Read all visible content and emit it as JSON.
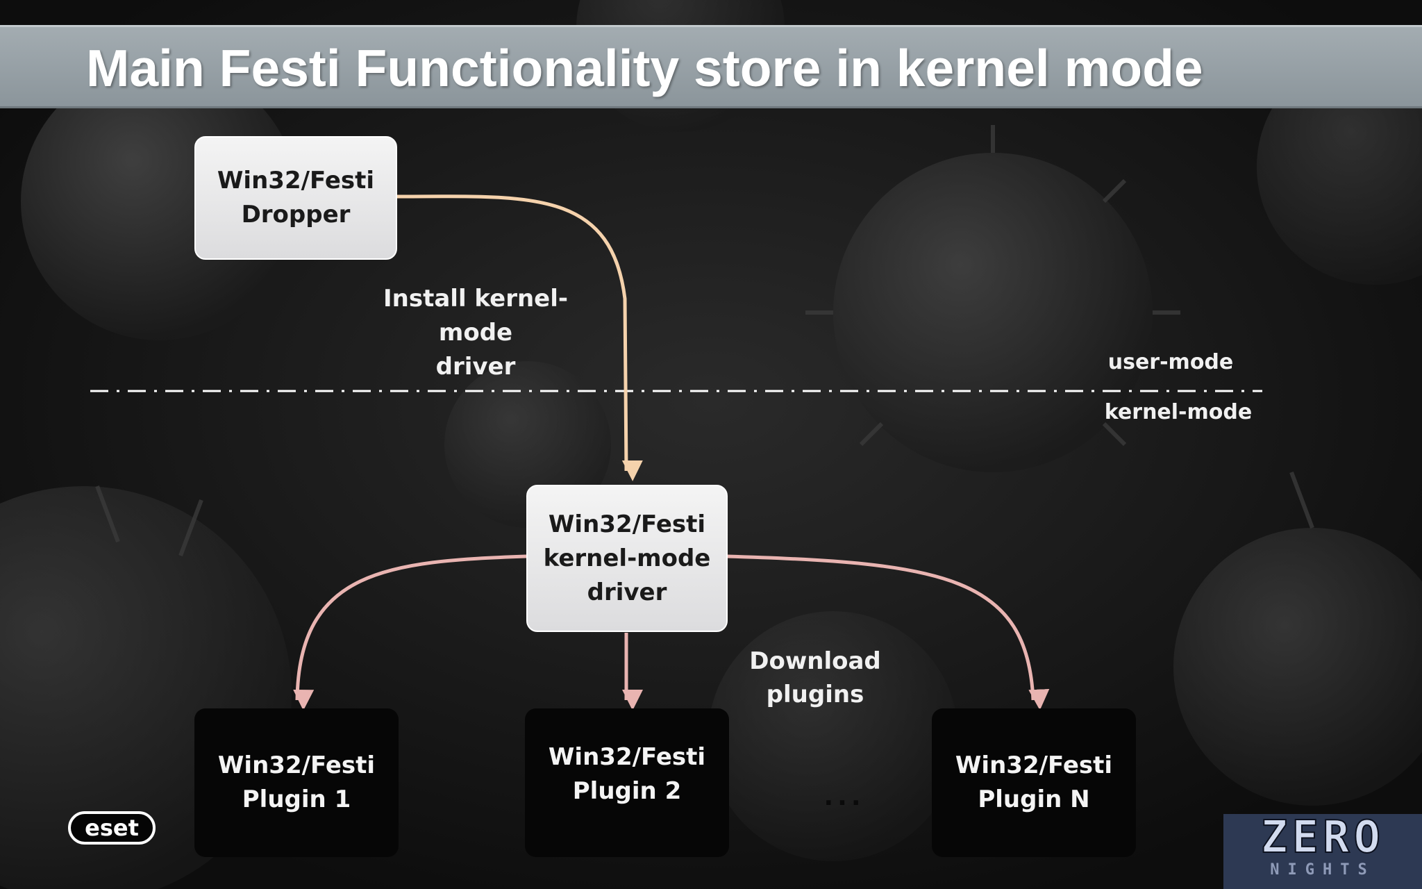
{
  "slide": {
    "title": "Main Festi Functionality store in kernel mode"
  },
  "diagram": {
    "nodes": {
      "dropper": "Win32/Festi\nDropper",
      "driver": "Win32/Festi\nkernel-mode\ndriver",
      "plugin_1": "Win32/Festi\nPlugin 1",
      "plugin_2": "Win32/Festi\nPlugin 2",
      "plugin_n": "Win32/Festi\nPlugin N"
    },
    "edges": {
      "install_label": "Install kernel-mode\ndriver",
      "download_label": "Download plugins"
    },
    "separator": {
      "above_label": "user-mode",
      "below_label": "kernel-mode"
    },
    "ellipsis": "..."
  },
  "branding": {
    "vendor_logo": "eset",
    "conference_logo_line1": "ZERO",
    "conference_logo_line2": "NIGHTS"
  },
  "colors": {
    "install_arrow": "#f5d2ac",
    "download_arrows": "#e9b4b1",
    "title_bar": "#97a0a6"
  }
}
